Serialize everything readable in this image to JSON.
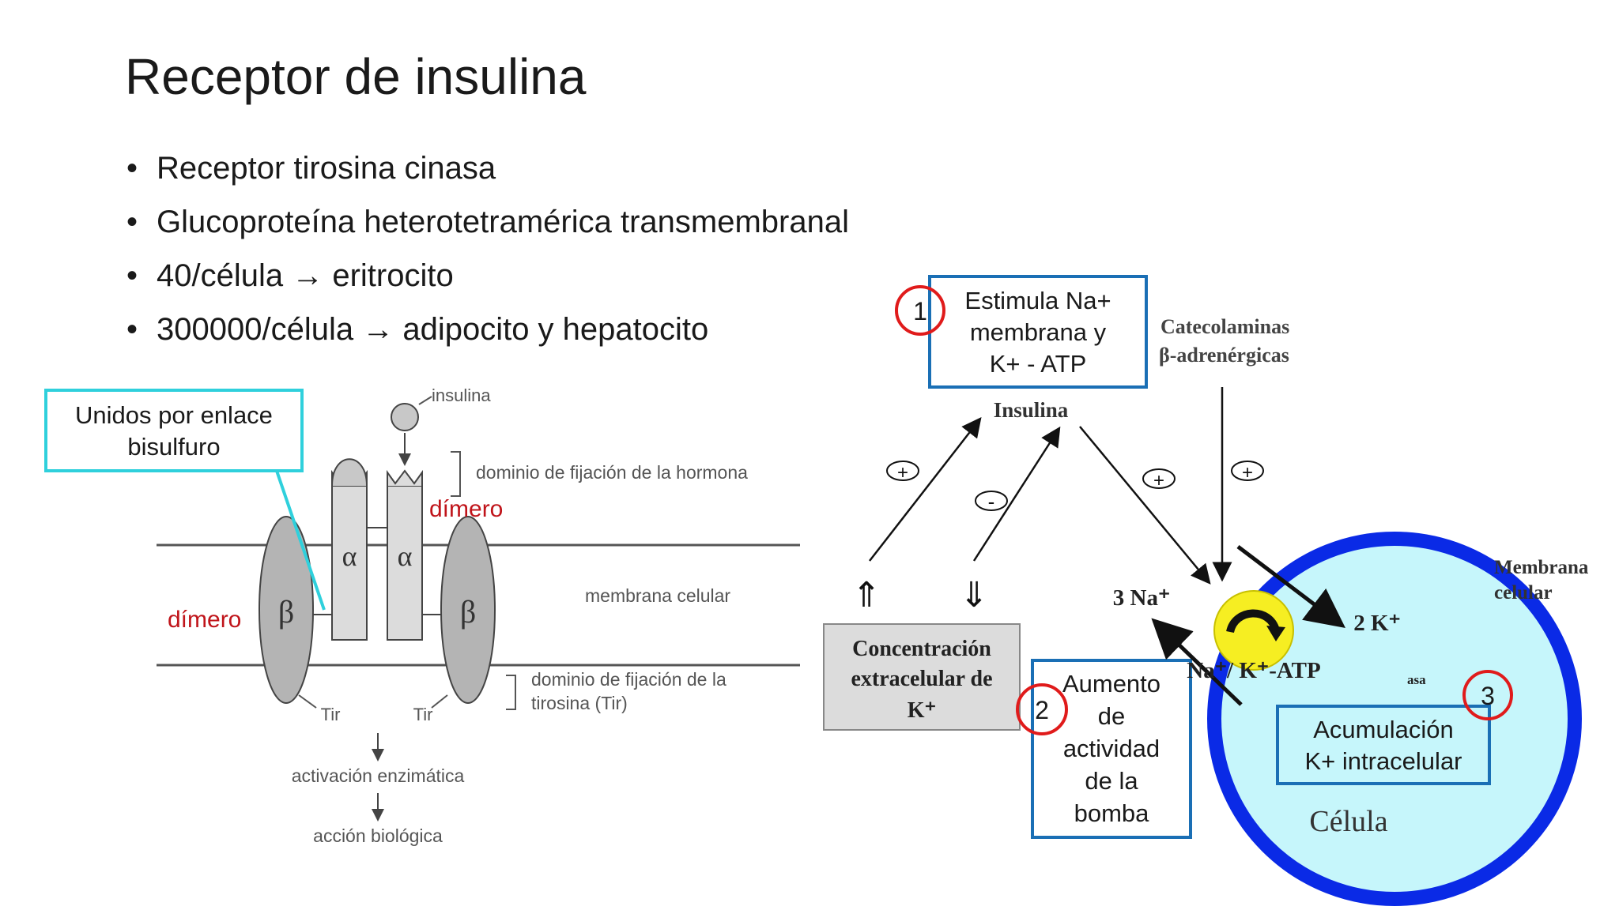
{
  "slide": {
    "title": "Receptor de insulina",
    "bullets": [
      {
        "text": "Receptor tirosina cinasa"
      },
      {
        "text": "Glucoproteína heterotetramérica transmembranal"
      },
      {
        "text": "40/célula → eritrocito"
      },
      {
        "text": "300000/célula → adipocito y hepatocito"
      }
    ]
  },
  "left_diagram": {
    "callout": {
      "line1": "Unidos por enlace",
      "line2": "bisulfuro"
    },
    "insulin_label": "insulina",
    "hormone_domain": "dominio de fijación de la hormona",
    "dimer_top": "dímero",
    "dimer_left": "dímero",
    "membrane": "membrana celular",
    "tyrosine_domain_line1": "dominio de fijación de la",
    "tyrosine_domain_line2": "tirosina (Tir)",
    "alpha": "α",
    "beta": "β",
    "tir": "Tir",
    "activation": "activación enzimática",
    "action": "acción biológica"
  },
  "right_diagram": {
    "box1": {
      "line1": "Estimula Na+",
      "line2": "membrana y",
      "line3": "K+ - ATP",
      "number": "1"
    },
    "catecholamines_line1": "Catecolaminas",
    "catecholamines_line2": "β-adrenérgicas",
    "insulin": "Insulina",
    "plus": "+",
    "minus": "-",
    "up_arrow": "⇑",
    "down_arrow": "⇓",
    "extracellular": {
      "line1": "Concentración",
      "line2": "extracelular de",
      "line3": "K⁺"
    },
    "box2": {
      "lines": [
        "Aumento",
        "de",
        "actividad",
        "de la",
        "bomba"
      ],
      "number": "2"
    },
    "na": "3 Na⁺",
    "k": "2 K⁺",
    "pump": "Na⁺/ K⁺-ATP",
    "pump_sub": "asa",
    "membrane_line1": "Membrana",
    "membrane_line2": "celular",
    "box3": {
      "line1": "Acumulación",
      "line2": "K+ intracelular",
      "number": "3"
    },
    "cell": "Célula"
  },
  "colors": {
    "callout_border": "#2fd0dc",
    "box_border": "#1a6fb5",
    "circle_red": "#e01b1b",
    "dimer_red": "#c0141a",
    "cell_fill": "#c6f6fb",
    "cell_border": "#0a2ae6",
    "pump_yellow": "#f6ee22",
    "receptor_grey": "#b4b4b4"
  }
}
